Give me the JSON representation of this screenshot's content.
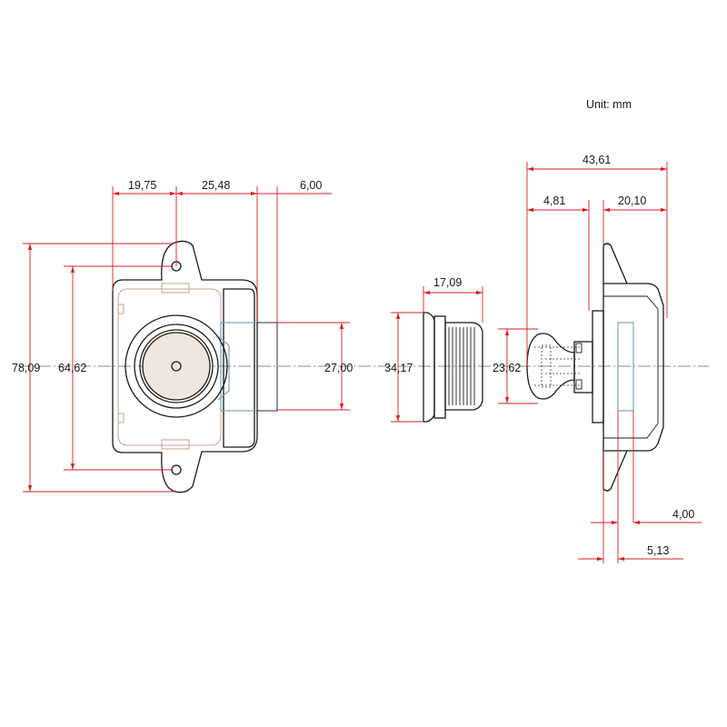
{
  "unit_label": "Unit: mm",
  "dimensions": {
    "d_19_75": "19,75",
    "d_25_48": "25,48",
    "d_6_00": "6,00",
    "d_78_09": "78,09",
    "d_64_62": "64,62",
    "d_27_00": "27,00",
    "d_17_09": "17,09",
    "d_34_17": "34,17",
    "d_23_62": "23,62",
    "d_43_61": "43,61",
    "d_4_81": "4,81",
    "d_20_10": "20,10",
    "d_4_00": "4,00",
    "d_5_13": "5,13"
  },
  "colors": {
    "outline": "#1a1a1a",
    "dimension": "#d91f26",
    "housing": "#c9aa98",
    "latch": "#6e9bb5"
  }
}
